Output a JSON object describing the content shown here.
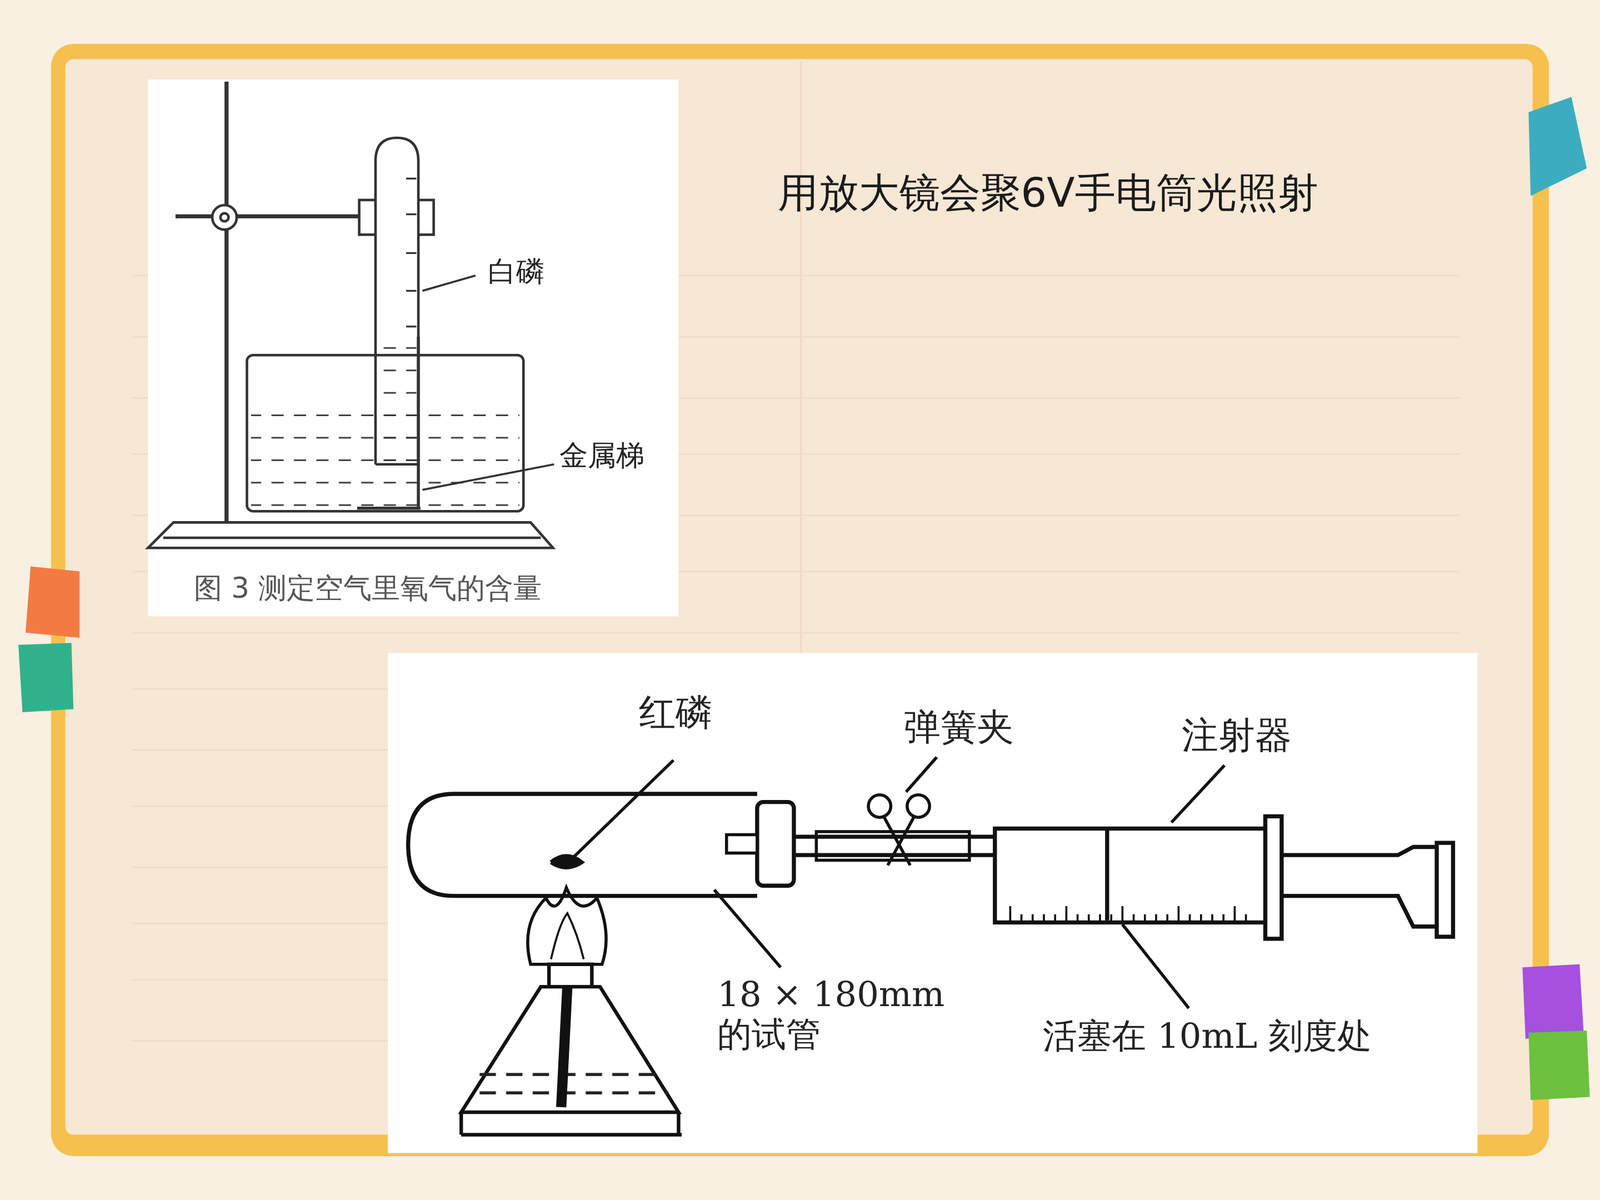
{
  "diagram": {
    "caption": "图 3 测定空气里氧气的含量",
    "labels": [
      "用放大镜会聚6V手电筒光照射",
      "白磷",
      "金属梯",
      "红磷",
      "弹簧夹",
      "注射器",
      "18 × 180mm 的试管",
      "活塞在 10mL 刻度处"
    ]
  }
}
